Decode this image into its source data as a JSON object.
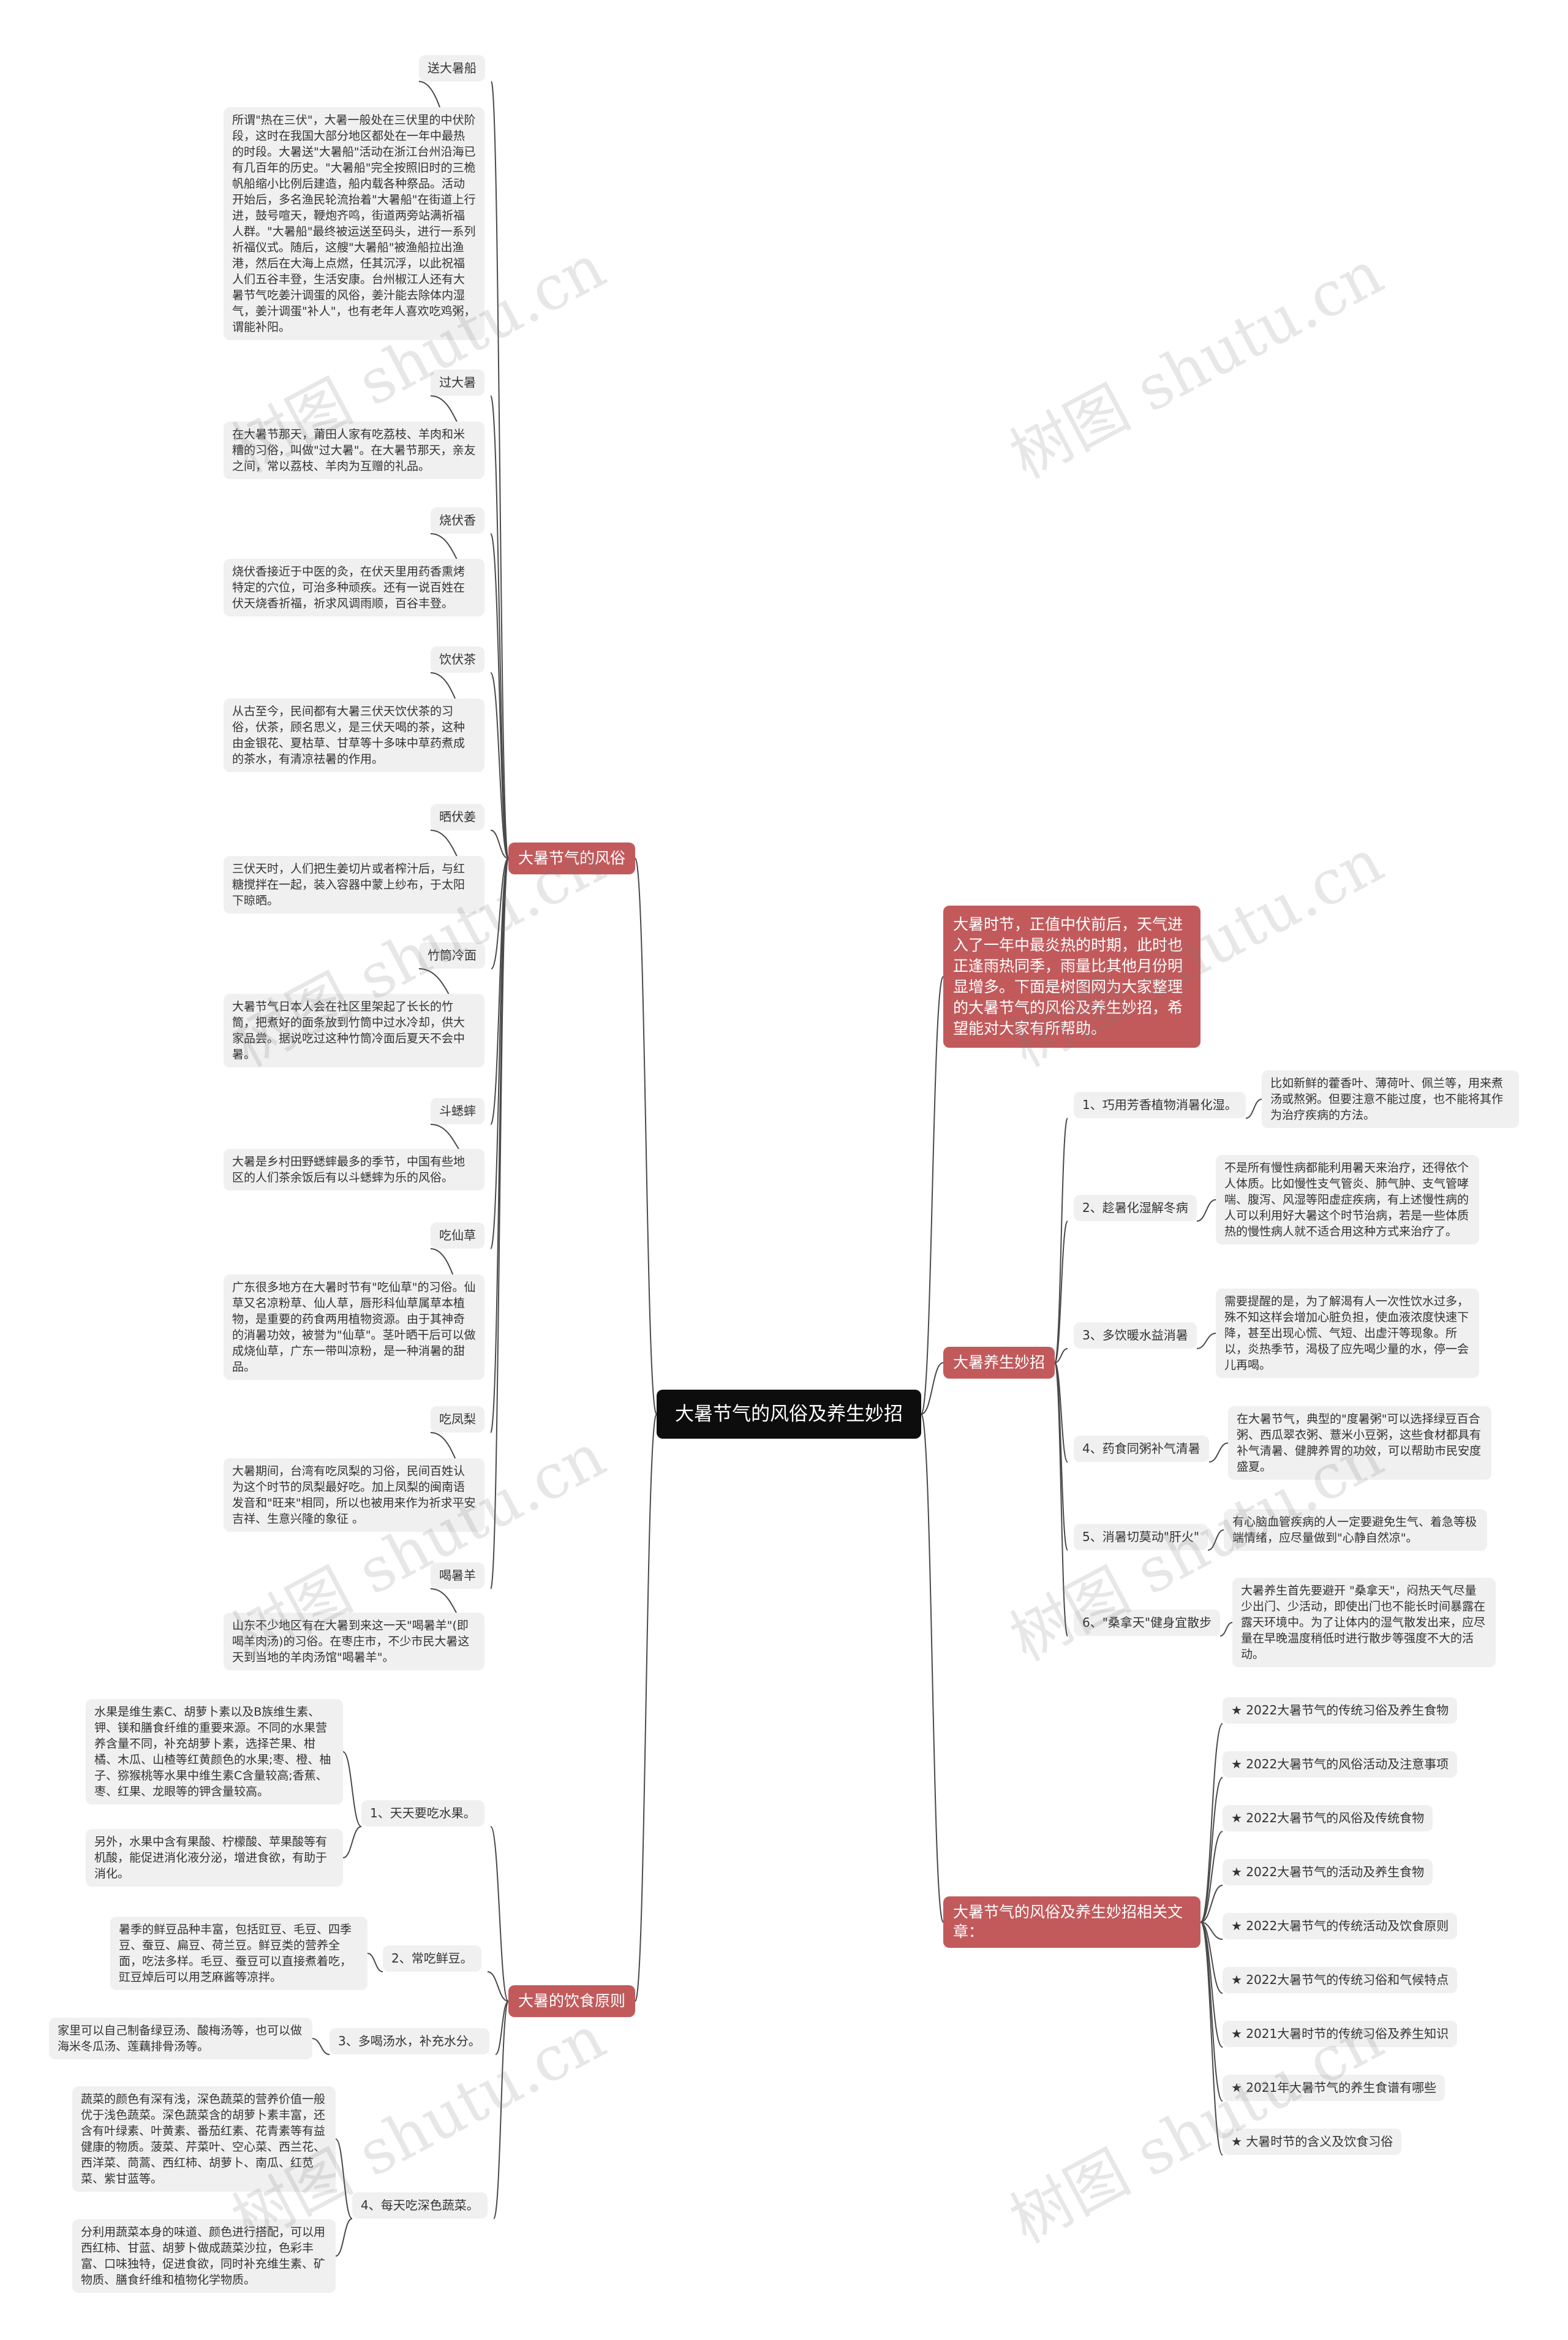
{
  "root": "大暑节气的风俗及养生妙招",
  "intro": "大暑时节，正值中伏前后，天气进入了一年中最炎热的时期，此时也正逢雨热同季，雨量比其他月份明显增多。下面是树图网为大家整理的大暑节气的风俗及养生妙招，希望能对大家有所帮助。",
  "customs": {
    "label": "大暑节气的风俗",
    "items": [
      {
        "title": "送大暑船",
        "text": "所谓\"热在三伏\"，大暑一般处在三伏里的中伏阶段，这时在我国大部分地区都处在一年中最热的时段。大暑送\"大暑船\"活动在浙江台州沿海已有几百年的历史。\"大暑船\"完全按照旧时的三桅帆船缩小比例后建造，船内载各种祭品。活动开始后，多名渔民轮流抬着\"大暑船\"在街道上行进，鼓号喧天，鞭炮齐鸣，街道两旁站满祈福人群。\"大暑船\"最终被运送至码头，进行一系列祈福仪式。随后，这艘\"大暑船\"被渔船拉出渔港，然后在大海上点燃，任其沉浮，以此祝福人们五谷丰登，生活安康。台州椒江人还有大暑节气吃姜汁调蛋的风俗，姜汁能去除体内湿气，姜汁调蛋\"补人\"，也有老年人喜欢吃鸡粥，谓能补阳。"
      },
      {
        "title": "过大暑",
        "text": "在大暑节那天，莆田人家有吃荔枝、羊肉和米糟的习俗，叫做\"过大暑\"。在大暑节那天，亲友之间，常以荔枝、羊肉为互赠的礼品。"
      },
      {
        "title": "烧伏香",
        "text": "烧伏香接近于中医的灸，在伏天里用药香熏烤特定的穴位，可治多种顽疾。还有一说百姓在伏天烧香祈福，祈求风调雨顺，百谷丰登。"
      },
      {
        "title": "饮伏茶",
        "text": "从古至今，民间都有大暑三伏天饮伏茶的习俗，伏茶，顾名思义，是三伏天喝的茶，这种由金银花、夏枯草、甘草等十多味中草药煮成的茶水，有清凉祛暑的作用。"
      },
      {
        "title": "晒伏姜",
        "text": "三伏天时，人们把生姜切片或者榨汁后，与红糖搅拌在一起，装入容器中蒙上纱布，于太阳下晾晒。"
      },
      {
        "title": "竹筒冷面",
        "text": "大暑节气日本人会在社区里架起了长长的竹筒，把煮好的面条放到竹筒中过水冷却，供大家品尝。据说吃过这种竹筒冷面后夏天不会中暑。"
      },
      {
        "title": "斗蟋蟀",
        "text": "大暑是乡村田野蟋蟀最多的季节，中国有些地区的人们茶余饭后有以斗蟋蟀为乐的风俗。"
      },
      {
        "title": "吃仙草",
        "text": "广东很多地方在大暑时节有\"吃仙草\"的习俗。仙草又名凉粉草、仙人草，唇形科仙草属草本植物，是重要的药食两用植物资源。由于其神奇的消暑功效，被誉为\"仙草\"。茎叶晒干后可以做成烧仙草，广东一带叫凉粉，是一种消暑的甜品。"
      },
      {
        "title": "吃凤梨",
        "text": "大暑期间，台湾有吃凤梨的习俗，民间百姓认为这个时节的凤梨最好吃。加上凤梨的闽南语发音和\"旺来\"相同，所以也被用来作为祈求平安吉祥、生意兴隆的象征 。"
      },
      {
        "title": "喝暑羊",
        "text": "山东不少地区有在大暑到来这一天\"喝暑羊\"(即喝羊肉汤)的习俗。在枣庄市，不少市民大暑这天到当地的羊肉汤馆\"喝暑羊\"。"
      }
    ]
  },
  "diet": {
    "label": "大暑的饮食原则",
    "items": [
      {
        "title": "1、天天要吃水果。",
        "texts": [
          "水果是维生素C、胡萝卜素以及B族维生素、钾、镁和膳食纤维的重要来源。不同的水果营养含量不同，补充胡萝卜素，选择芒果、柑橘、木瓜、山楂等红黄颜色的水果;枣、橙、柚子、猕猴桃等水果中维生素C含量较高;香蕉、枣、红果、龙眼等的钾含量较高。",
          "另外，水果中含有果酸、柠檬酸、苹果酸等有机酸，能促进消化液分泌，增进食欲，有助于消化。"
        ]
      },
      {
        "title": "2、常吃鲜豆。",
        "texts": [
          "暑季的鲜豆品种丰富，包括豇豆、毛豆、四季豆、蚕豆、扁豆、荷兰豆。鲜豆类的营养全面，吃法多样。毛豆、蚕豆可以直接煮着吃，豇豆焯后可以用芝麻酱等凉拌。"
        ]
      },
      {
        "title": "3、多喝汤水，补充水分。",
        "texts": [
          "家里可以自己制备绿豆汤、酸梅汤等，也可以做海米冬瓜汤、莲藕排骨汤等。"
        ]
      },
      {
        "title": "4、每天吃深色蔬菜。",
        "texts": [
          "蔬菜的颜色有深有浅，深色蔬菜的营养价值一般优于浅色蔬菜。深色蔬菜含的胡萝卜素丰富，还含有叶绿素、叶黄素、番茄红素、花青素等有益健康的物质。菠菜、芹菜叶、空心菜、西兰花、西洋菜、茼蒿、西红柿、胡萝卜、南瓜、红苋菜、紫甘蓝等。",
          "分利用蔬菜本身的味道、颜色进行搭配，可以用西红柿、甘蓝、胡萝卜做成蔬菜沙拉，色彩丰富、口味独特，促进食欲，同时补充维生素、矿物质、膳食纤维和植物化学物质。"
        ]
      }
    ]
  },
  "health": {
    "label": "大暑养生妙招",
    "items": [
      {
        "title": "1、巧用芳香植物消暑化湿。",
        "text": "比如新鲜的藿香叶、薄荷叶、佩兰等，用来煮汤或熬粥。但要注意不能过度，也不能将其作为治疗疾病的方法。"
      },
      {
        "title": "2、趁暑化湿解冬病",
        "text": "不是所有慢性病都能利用暑天来治疗，还得依个人体质。比如慢性支气管炎、肺气肿、支气管哮喘、腹泻、风湿等阳虚症疾病，有上述慢性病的人可以利用好大暑这个时节治病，若是一些体质热的慢性病人就不适合用这种方式来治疗了。"
      },
      {
        "title": "3、多饮暖水益消暑",
        "text": "需要提醒的是，为了解渴有人一次性饮水过多，殊不知这样会增加心脏负担，使血液浓度快速下降，甚至出现心慌、气短、出虚汗等现象。所以，炎热季节，渴极了应先喝少量的水，停一会儿再喝。"
      },
      {
        "title": "4、药食同粥补气清暑",
        "text": "在大暑节气，典型的\"度暑粥\"可以选择绿豆百合粥、西瓜翠衣粥、薏米小豆粥，这些食材都具有补气清暑、健脾养胃的功效，可以帮助市民安度盛夏。"
      },
      {
        "title": "5、消暑切莫动\"肝火\"",
        "text": "有心脑血管疾病的人一定要避免生气、着急等极端情绪，应尽量做到\"心静自然凉\"。"
      },
      {
        "title": "6、\"桑拿天\"健身宜散步",
        "text": "大暑养生首先要避开 \"桑拿天\"，闷热天气尽量少出门、少活动，即使出门也不能长时间暴露在露天环境中。为了让体内的湿气散发出来，应尽量在早晚温度稍低时进行散步等强度不大的活动。"
      }
    ]
  },
  "related": {
    "label": "大暑节气的风俗及养生妙招相关文章：",
    "items": [
      "★ 2022大暑节气的传统习俗及养生食物",
      "★ 2022大暑节气的风俗活动及注意事项",
      "★ 2022大暑节气的风俗及传统食物",
      "★ 2022大暑节气的活动及养生食物",
      "★ 2022大暑节气的传统活动及饮食原则",
      "★ 2022大暑节气的传统习俗和气候特点",
      "★ 2021大暑时节的传统习俗及养生知识",
      "★ 2021年大暑节气的养生食谱有哪些",
      "★ 大暑时节的含义及饮食习俗"
    ]
  },
  "watermark": "树图 shutu.cn",
  "colors": {
    "branch": "#c25a5c",
    "root": "#0d0d0d",
    "leaf": "#f0f0f0",
    "line": "#4a4a4a"
  }
}
